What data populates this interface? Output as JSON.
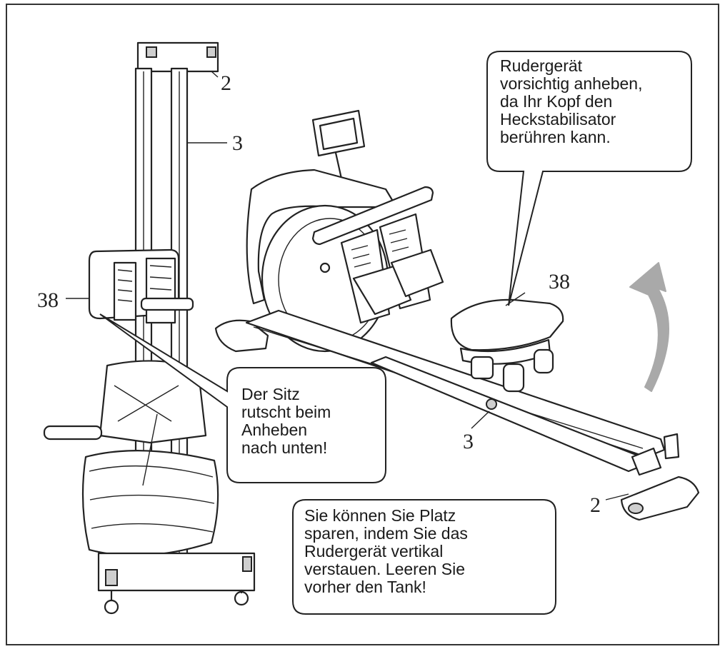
{
  "labels": {
    "vertical_top": "2",
    "vertical_rail": "3",
    "vertical_seat": "38",
    "horizontal_seat": "38",
    "horizontal_rail": "3",
    "horizontal_end": "2"
  },
  "callouts": {
    "lift_warning": "Rudergerät\nvorsichtig anheben,\nda Ihr Kopf den\nHeckstabilisator\nberühren kann.",
    "seat_warning": "Der Sitz\nrutscht beim\nAnheben\nnach unten!",
    "storage_tip": "Sie können Sie Platz\nsparen, indem Sie das\nRudergerät vertikal\nverstauen. Leeren Sie\nvorher den Tank!"
  },
  "colors": {
    "line": "#222222",
    "arrow": "#a9a9a9",
    "background": "#ffffff"
  },
  "icons": {
    "rotation_arrow": "curved-arrow-up-icon"
  }
}
